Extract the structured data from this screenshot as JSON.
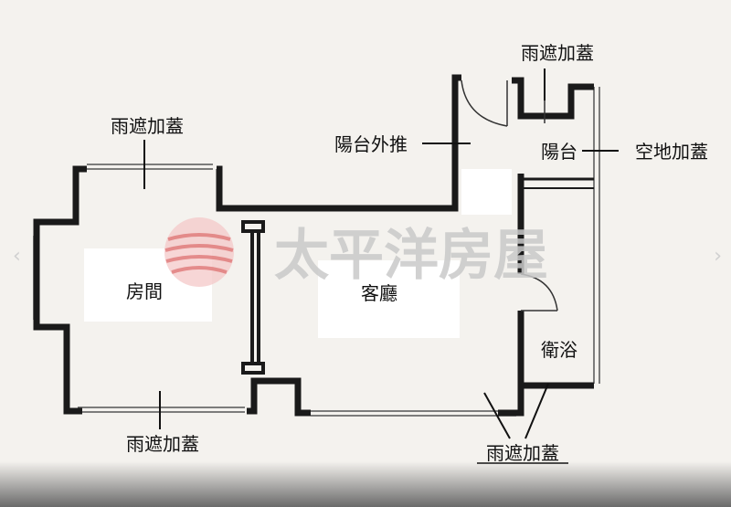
{
  "rooms": {
    "bedroom": "房間",
    "living_room": "客廳",
    "balcony": "陽台",
    "bathroom": "衛浴"
  },
  "annotations": {
    "rain_cover_top_left": "雨遮加蓋",
    "rain_cover_top_right": "雨遮加蓋",
    "rain_cover_bottom_left": "雨遮加蓋",
    "rain_cover_bottom_right": "雨遮加蓋",
    "balcony_pushout": "陽台外推",
    "open_space_cover": "空地加蓋"
  },
  "watermark": {
    "text": "太平洋房屋",
    "logo": "pacific-realty-sphere-logo"
  },
  "navigation": {
    "prev_icon": "chevron-left-icon",
    "next_icon": "chevron-right-icon",
    "prev_glyph": "‹",
    "next_glyph": "›"
  },
  "colors": {
    "wall": "#1a1a1a",
    "background": "#f4f2ee",
    "watermark": "#c9c9c9",
    "logo_red": "#d85a5a"
  }
}
